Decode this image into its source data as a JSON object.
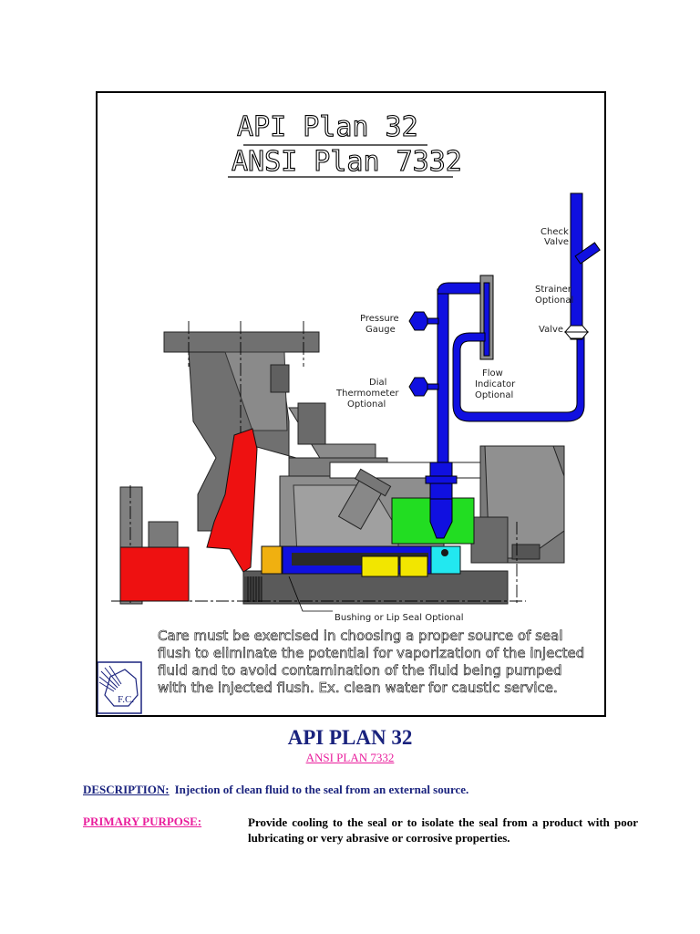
{
  "figure": {
    "title_line1": "API Plan 32",
    "title_line2": "ANSI Plan 7332",
    "labels": {
      "check_valve_1": "Check",
      "check_valve_2": "Valve",
      "strainer_1": "Strainer",
      "strainer_2": "Optional",
      "valve": "Valve",
      "pressure_gauge_1": "Pressure",
      "pressure_gauge_2": "Gauge",
      "dial_thermo_1": "Dial",
      "dial_thermo_2": "Thermometer",
      "dial_thermo_3": "Optional",
      "flow_ind_1": "Flow",
      "flow_ind_2": "Indicator",
      "flow_ind_3": "Optional",
      "bushing": "Bushing or Lip Seal Optional"
    },
    "care_lines": [
      "Care must be exercised in choosing a proper source of seal",
      "flush to eliminate the potential for vaporization of the injected",
      "fluid and to avoid contamination of the fluid being pumped",
      "with the injected flush.  Ex. clean water for caustic service."
    ],
    "logo_text": "F.C."
  },
  "main_title": "API PLAN 32",
  "sub_title": "ANSI PLAN 7332",
  "description": {
    "label": "DESCRIPTION:",
    "text": "Injection of clean fluid to the seal from an external source."
  },
  "primary_purpose": {
    "label": "PRIMARY PURPOSE:",
    "text": "Provide cooling to the seal or to isolate the seal from a product with poor lubricating or very abrasive or corrosive properties."
  },
  "colors": {
    "title_blue": "#1a237e",
    "accent_pink": "#e91e9c",
    "pipe_blue": "#1010e0",
    "fluid_red": "#ee1111",
    "gland_green": "#22dd22",
    "seal_cyan": "#22e8f0",
    "seal_yellow": "#f2e600",
    "bushing_orange": "#f0b010",
    "metal_gray": "#707070"
  }
}
